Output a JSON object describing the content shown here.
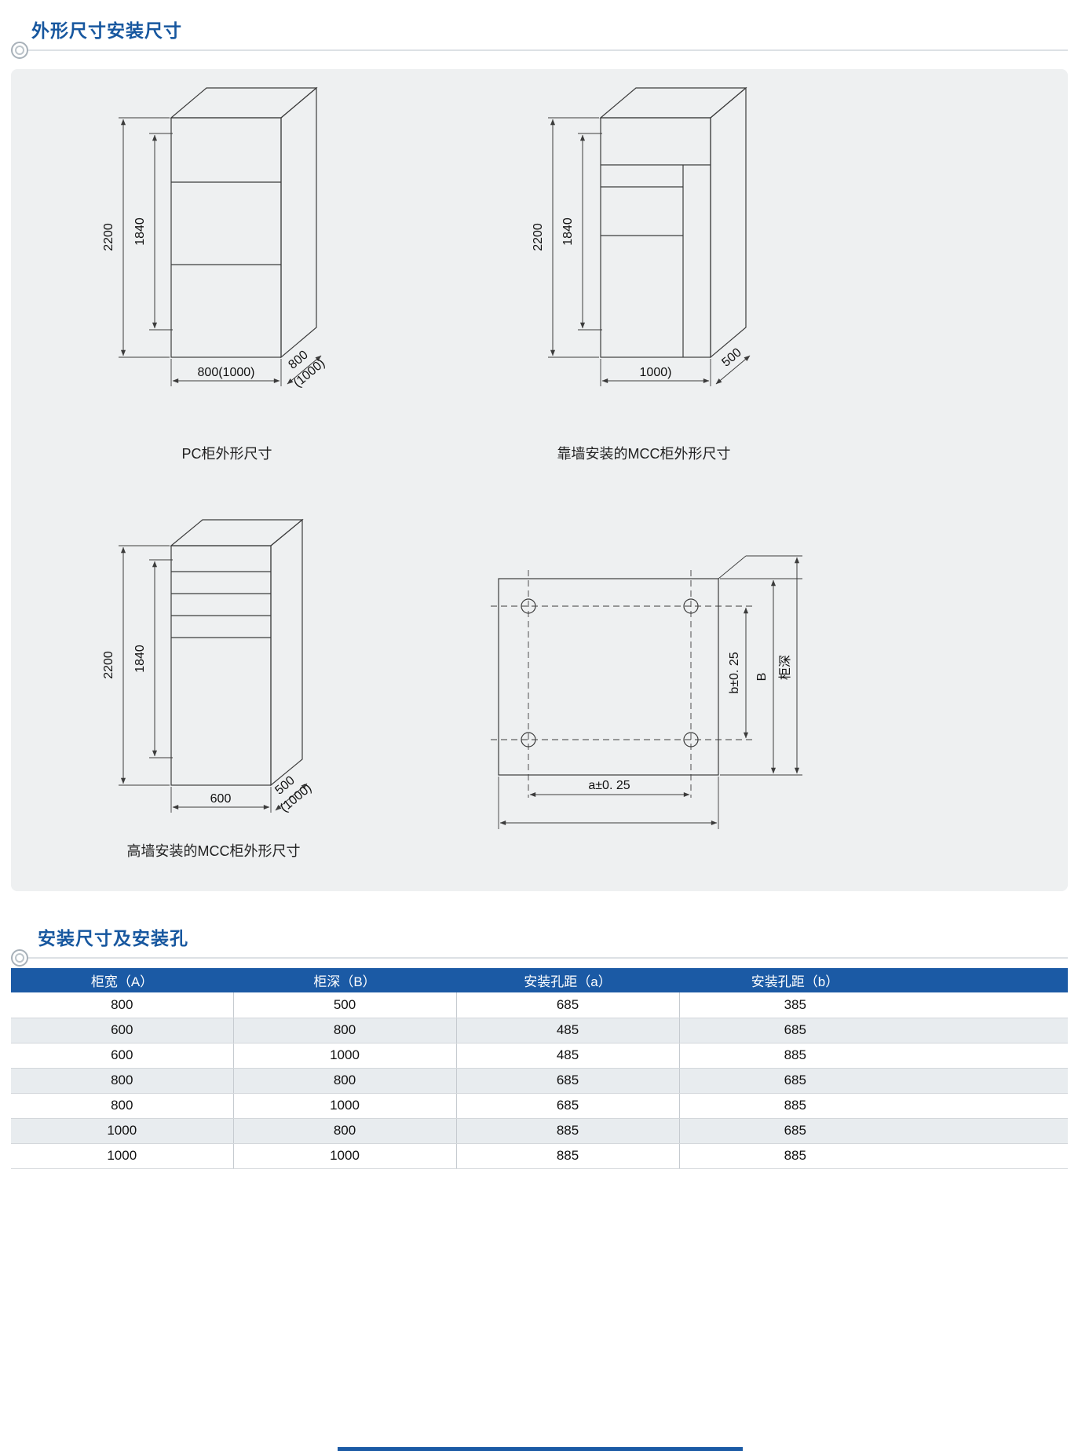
{
  "sections": {
    "s1": "外形尺寸安装尺寸",
    "s2": "安装尺寸及安装孔"
  },
  "drawings": {
    "pc": {
      "caption": "PC柜外形尺寸",
      "dim_height": "2200",
      "dim_inner_height": "1840",
      "dim_width": "800(1000)",
      "dim_depth_line1": "800",
      "dim_depth_line2": "(1000)"
    },
    "mcc_wall": {
      "caption": "靠墙安装的MCC柜外形尺寸",
      "dim_height": "2200",
      "dim_inner_height": "1840",
      "dim_width": "1000)",
      "dim_depth": "500"
    },
    "mcc_high": {
      "caption": "高墙安装的MCC柜外形尺寸",
      "dim_height": "2200",
      "dim_inner_height": "1840",
      "dim_width": "600",
      "dim_depth_line1": "500",
      "dim_depth_line2": "(1000)"
    },
    "mounting_plan": {
      "dim_a": "a±0. 25",
      "dim_b": "b±0. 25",
      "dim_B": "B",
      "depth_label": "柜深"
    }
  },
  "table": {
    "headers": [
      "柜宽（A）",
      "柜深（B）",
      "安装孔距（a）",
      "安装孔距（b）"
    ],
    "rows": [
      [
        "800",
        "500",
        "685",
        "385"
      ],
      [
        "600",
        "800",
        "485",
        "685"
      ],
      [
        "600",
        "1000",
        "485",
        "885"
      ],
      [
        "800",
        "800",
        "685",
        "685"
      ],
      [
        "800",
        "1000",
        "685",
        "885"
      ],
      [
        "1000",
        "800",
        "885",
        "685"
      ],
      [
        "1000",
        "1000",
        "885",
        "885"
      ]
    ]
  },
  "colors": {
    "accent_blue": "#1b5aa5",
    "panel_gray": "#eef0f1",
    "row_alt_gray": "#e8ecef"
  }
}
